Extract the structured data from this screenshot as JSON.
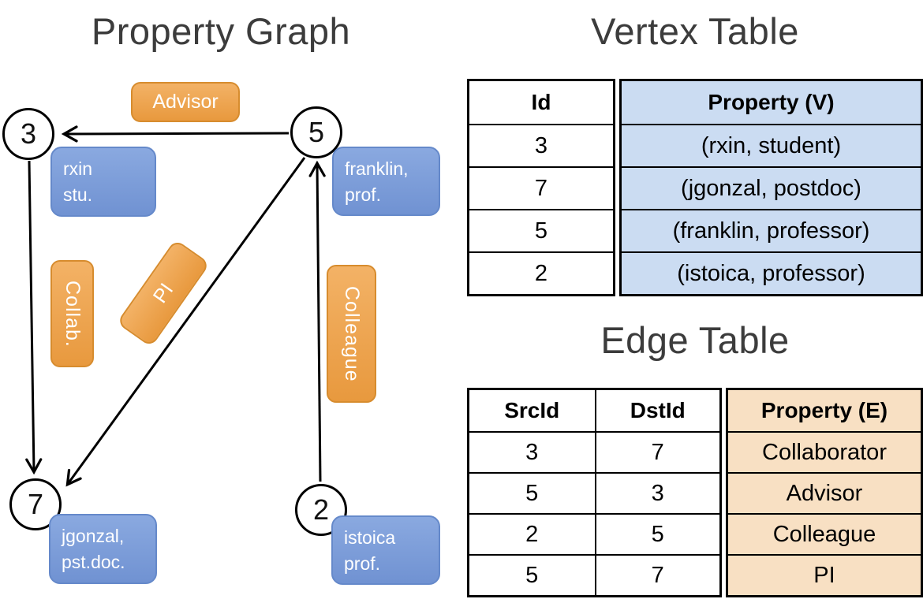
{
  "graph": {
    "title": "Property Graph",
    "vertices": [
      {
        "id": "3",
        "line1": "rxin",
        "line2": "stu."
      },
      {
        "id": "5",
        "line1": "franklin,",
        "line2": "prof."
      },
      {
        "id": "7",
        "line1": "jgonzal,",
        "line2": "pst.doc."
      },
      {
        "id": "2",
        "line1": "istoica",
        "line2": "prof."
      }
    ],
    "edges": [
      {
        "label": "Advisor"
      },
      {
        "label": "Collab."
      },
      {
        "label": "PI"
      },
      {
        "label": "Colleague"
      }
    ]
  },
  "vertex_table": {
    "title": "Vertex Table",
    "headers": {
      "id": "Id",
      "property": "Property (V)"
    },
    "rows": [
      {
        "id": "3",
        "property": "(rxin, student)"
      },
      {
        "id": "7",
        "property": "(jgonzal, postdoc)"
      },
      {
        "id": "5",
        "property": "(franklin, professor)"
      },
      {
        "id": "2",
        "property": "(istoica, professor)"
      }
    ]
  },
  "edge_table": {
    "title": "Edge Table",
    "headers": {
      "src": "SrcId",
      "dst": "DstId",
      "property": "Property (E)"
    },
    "rows": [
      {
        "src": "3",
        "dst": "7",
        "property": "Collaborator"
      },
      {
        "src": "5",
        "dst": "3",
        "property": "Advisor"
      },
      {
        "src": "2",
        "dst": "5",
        "property": "Colleague"
      },
      {
        "src": "5",
        "dst": "7",
        "property": "PI"
      }
    ]
  },
  "colors": {
    "vertex_box": "#7b9dd8",
    "edge_box": "#eea552",
    "vertex_table_fill": "#cbdcf2",
    "edge_table_fill": "#f8e0c3"
  }
}
